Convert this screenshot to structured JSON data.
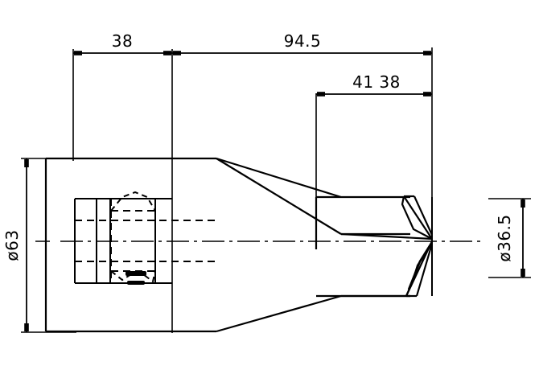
{
  "drawing": {
    "title": "Mechanical part cross-section drawing",
    "units": "mm",
    "view": "sectional side view",
    "background_color": "#ffffff",
    "line_color": "#000000",
    "dimensions": {
      "top_left": {
        "label": "38",
        "value": 38,
        "orientation": "horizontal"
      },
      "top_right": {
        "label": "94.5",
        "value": 94.5,
        "orientation": "horizontal"
      },
      "inner_right": {
        "label": "41 38",
        "value": 41.38,
        "orientation": "horizontal"
      },
      "left_diameter": {
        "label": "ø63",
        "value": 63,
        "orientation": "vertical",
        "rotated": true
      },
      "right_diameter": {
        "label": "ø36.5",
        "value": 36.5,
        "orientation": "vertical",
        "rotated": true
      }
    }
  },
  "chart_data": {
    "type": "table",
    "title": "Technical drawing dimensions",
    "categories": [
      "38",
      "94.5",
      "41 38",
      "ø63",
      "ø36.5"
    ],
    "values": [
      38,
      94.5,
      41.38,
      63,
      36.5
    ]
  }
}
